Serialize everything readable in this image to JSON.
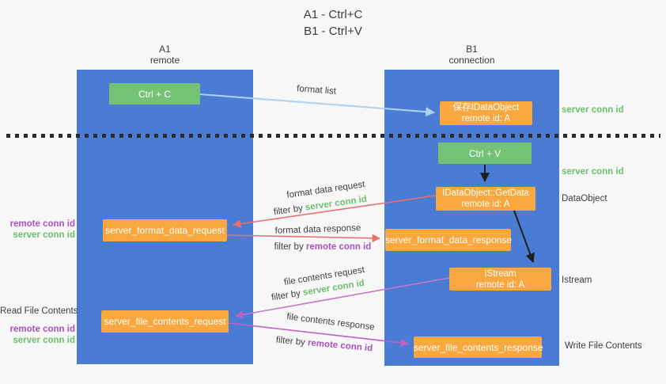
{
  "title": {
    "line1": "A1 - Ctrl+C",
    "line2": "B1 - Ctrl+V"
  },
  "lanes": {
    "a": {
      "name": "A1",
      "role": "remote"
    },
    "b": {
      "name": "B1",
      "role": "connection"
    }
  },
  "nodes": {
    "ctrl_c": {
      "label": "Ctrl + C"
    },
    "save_idataobject": {
      "line1": "保存IDataObject",
      "line2": "remote id: A"
    },
    "ctrl_v": {
      "label": "Ctrl + V"
    },
    "getdata": {
      "line1": "IDataObject::GetData",
      "line2": "remote id: A"
    },
    "format_request": {
      "label": "server_format_data_request"
    },
    "format_response": {
      "label": "server_format_data_response"
    },
    "istream": {
      "line1": "IStream",
      "line2": "remote id: A"
    },
    "file_request": {
      "label": "server_file_contents_request"
    },
    "file_response": {
      "label": "server_file_contents_response"
    }
  },
  "arrow_labels": {
    "format_list": "format list",
    "format_data_request": "format data request",
    "format_data_request_filter": {
      "prefix": "filter by ",
      "conn": "server conn id"
    },
    "format_data_response": "format data response",
    "format_data_response_filter": {
      "prefix": "filter by ",
      "conn": "remote conn id"
    },
    "file_contents_request": "file contents request",
    "file_contents_request_filter": {
      "prefix": "filter by ",
      "conn": "server conn id"
    },
    "file_contents_response": "file contents response",
    "file_contents_response_filter": {
      "prefix": "filter by ",
      "conn": "remote conn id"
    }
  },
  "side_labels": {
    "right_save_conn": "server conn id",
    "right_ctrlv_conn": "server conn id",
    "dataobject": "DataObject",
    "istream": "Istream",
    "write_file_contents": "Write File Contents",
    "format_remote_conn": "remote conn id",
    "format_server_conn": "server conn id",
    "read_file_contents": "Read File Contents",
    "file_remote_conn": "remote conn id",
    "file_server_conn": "server conn id"
  },
  "colors": {
    "background": "#f7f7f8",
    "lane_blue": "#4a7cd3",
    "box_green": "#74c276",
    "box_orange": "#f9a83f",
    "arrow_blue": "#a9d3ee",
    "arrow_black": "#1f1f1f",
    "arrow_red": "#e87070",
    "arrow_magenta": "#c35fc5",
    "text_green": "#6cbf6c",
    "text_purple": "#a853c0",
    "text_dark": "#3d3d3d"
  }
}
